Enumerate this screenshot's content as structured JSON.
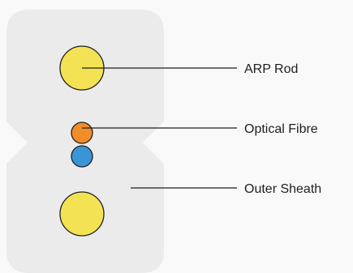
{
  "diagram": {
    "callouts": {
      "arp_rod": "ARP Rod",
      "optical_fibre": "Optical Fibre",
      "outer_sheath": "Outer Sheath"
    },
    "colors": {
      "background": "#f9f9f9",
      "sheath": "#ebebeb",
      "rod": "#f4e255",
      "fibre_orange": "#f28c2a",
      "fibre_blue": "#3a95d6",
      "outline": "#1f1f1f"
    }
  }
}
